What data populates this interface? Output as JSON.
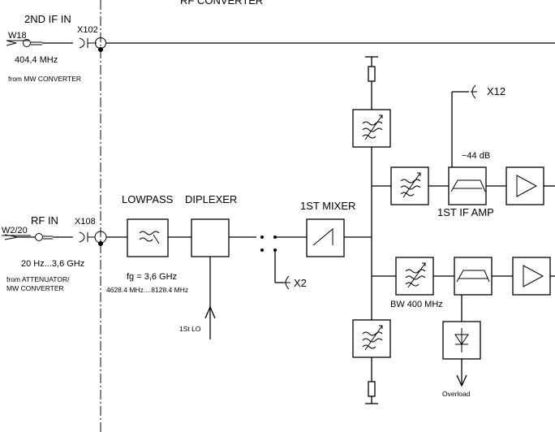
{
  "header": {
    "title_fragment": "RF CONVERTER"
  },
  "inputs": {
    "if2": {
      "label": "2ND IF IN",
      "connector": "W18",
      "jack": "X102",
      "freq": "404,4 MHz",
      "source": "from MW CONVERTER"
    },
    "rf": {
      "label": "RF IN",
      "connector": "W2/20",
      "jack": "X108",
      "freq": "20 Hz...3,6 GHz",
      "source_line1": "from ATTENUATOR/",
      "source_line2": "MW CONVERTER"
    }
  },
  "blocks": {
    "lowpass": "LOWPASS",
    "diplexer": "DIPLEXER",
    "mixer": "1ST MIXER",
    "if_amp": "1ST IF AMP",
    "attenuation": "−44 dB",
    "bw": "BW 400 MHz"
  },
  "notes": {
    "fg": "fg = 3,6 GHz",
    "lo_range": "4628.4 MHz....8128.4 MHz",
    "lo_label": "1St LO",
    "x2": "X2",
    "x12": "X12",
    "overload": "Overload"
  }
}
